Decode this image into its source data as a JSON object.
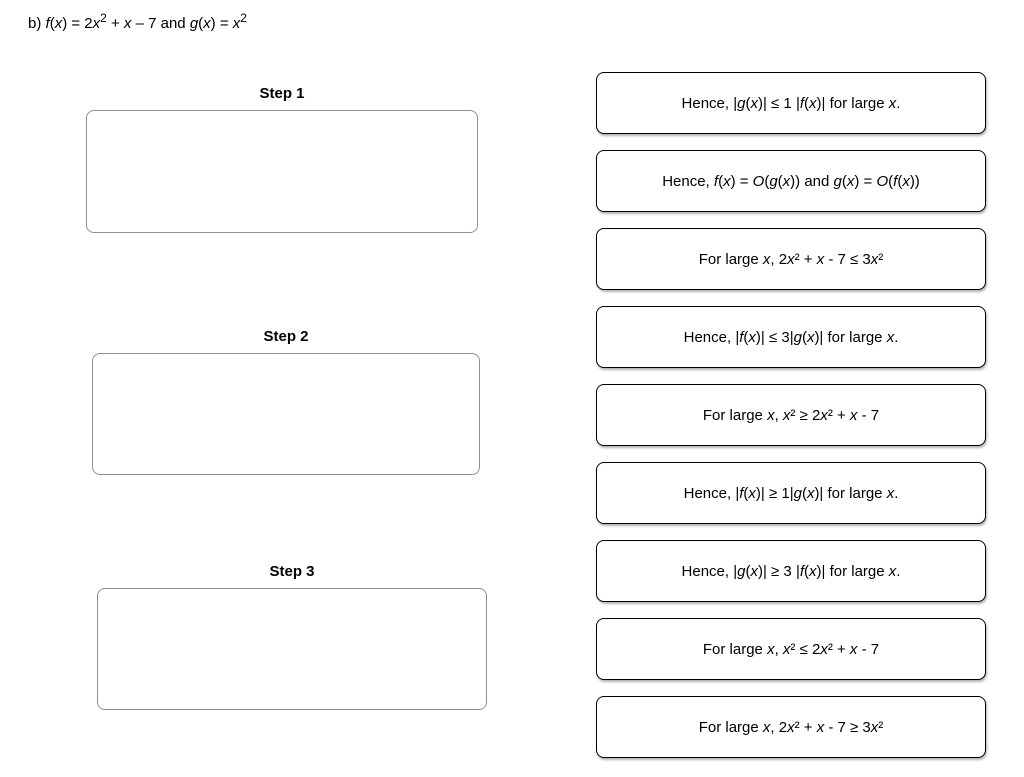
{
  "title": "b) f(x) = 2x^2 + x – 7 and g(x) = x^2",
  "steps": [
    {
      "label": "Step 1"
    },
    {
      "label": "Step 2"
    },
    {
      "label": "Step 3"
    }
  ],
  "cards": [
    {
      "text": "Hence, |g(x)| ≤ 1 |f(x)| for large x."
    },
    {
      "text": "Hence, f(x) = O(g(x)) and g(x) = O(f(x))"
    },
    {
      "text": "For large x, 2x² + x - 7 ≤ 3x²"
    },
    {
      "text": "Hence, |f(x)| ≤ 3|g(x)| for large x."
    },
    {
      "text": "For large x, x² ≥ 2x² + x - 7"
    },
    {
      "text": "Hence, |f(x)| ≥ 1|g(x)| for large x."
    },
    {
      "text": "Hence, |g(x)| ≥ 3 |f(x)| for large x."
    },
    {
      "text": "For large x, x² ≤ 2x² + x - 7"
    },
    {
      "text": "For large x, 2x² + x - 7 ≥ 3x²"
    }
  ],
  "colors": {
    "background": "#ffffff",
    "card_border": "#000000",
    "dropzone_border": "#8f8f8f",
    "text": "#000000"
  }
}
